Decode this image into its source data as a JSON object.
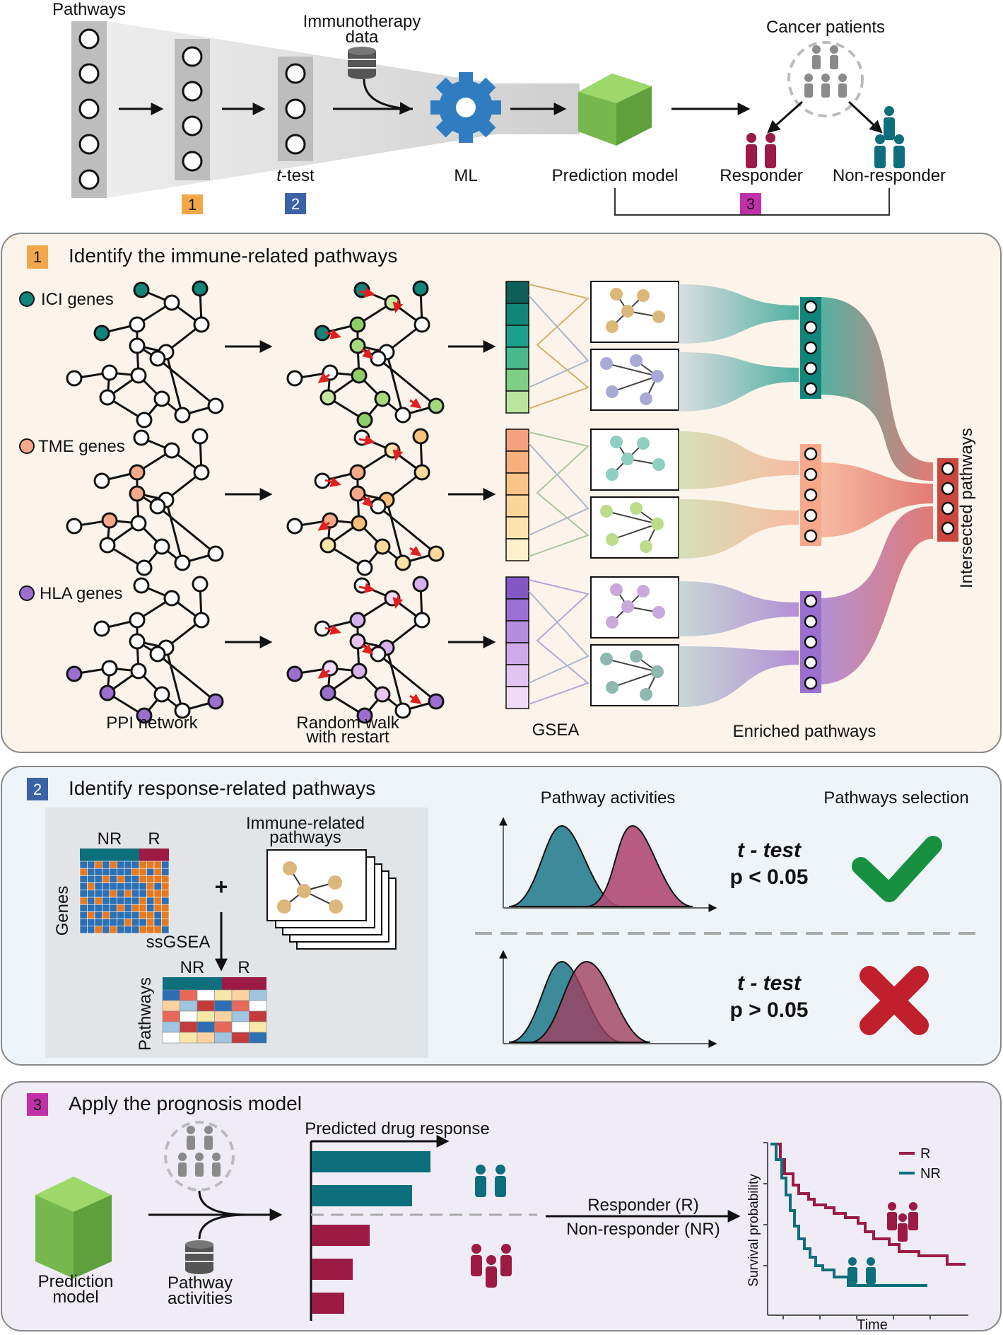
{
  "top": {
    "pathways_label": "Pathways",
    "immuno_label_1": "Immunotherapy",
    "immuno_label_2": "data",
    "ttest_label_t": "t",
    "ttest_label_rest": "-test",
    "ml_label": "ML",
    "prediction_model_label": "Prediction model",
    "cancer_patients_label": "Cancer patients",
    "responder_label": "Responder",
    "non_responder_label": "Non-responder",
    "badges": [
      "1",
      "2",
      "3"
    ]
  },
  "panel1": {
    "badge": "1",
    "title": "Identify the immune-related pathways",
    "gene_sets": [
      {
        "label": "ICI genes",
        "color": "#12857a"
      },
      {
        "label": "TME genes",
        "color": "#f4a98a"
      },
      {
        "label": "HLA genes",
        "color": "#9a6fcf"
      }
    ],
    "ppi_label": "PPI network",
    "rwr_label_1": "Random walk",
    "rwr_label_2": "with restart",
    "gsea_label": "GSEA",
    "enriched_label": "Enriched pathways",
    "intersected_label": "Intersected pathways"
  },
  "panel2": {
    "badge": "2",
    "title": "Identify response-related pathways",
    "nr_label": "NR",
    "r_label": "R",
    "genes_label": "Genes",
    "plus_label": "+",
    "immune_label_1": "Immune-related",
    "immune_label_2": "pathways",
    "ssgsea_label": "ssGSEA",
    "pathways_label": "Pathways",
    "activities_label": "Pathway activities",
    "selection_label": "Pathways selection",
    "test1_line1": "t - test",
    "test1_line2": "p < 0.05",
    "test2_line1": "t - test",
    "test2_line2": "p > 0.05"
  },
  "panel3": {
    "badge": "3",
    "title": "Apply the prognosis model",
    "prediction_label_1": "Prediction",
    "prediction_label_2": "model",
    "activities_label_1": "Pathway",
    "activities_label_2": "activities",
    "drug_response_label": "Predicted drug response",
    "responder_r_label": "Responder (R)",
    "non_responder_nr_label": "Non-responder (NR)",
    "survival_label": "Survival probability",
    "time_label": "Time",
    "legend_r": "R",
    "legend_nr": "NR"
  },
  "colors": {
    "teal": "#0d6e7c",
    "crimson": "#9b1b44",
    "orange_badge": "#f2a84a",
    "blue_badge": "#3a62a7",
    "magenta_badge": "#c030a8",
    "green_cube": "#76b84e",
    "gear_blue": "#2f7dc0",
    "check_green": "#179141",
    "cross_red": "#c0202b"
  }
}
